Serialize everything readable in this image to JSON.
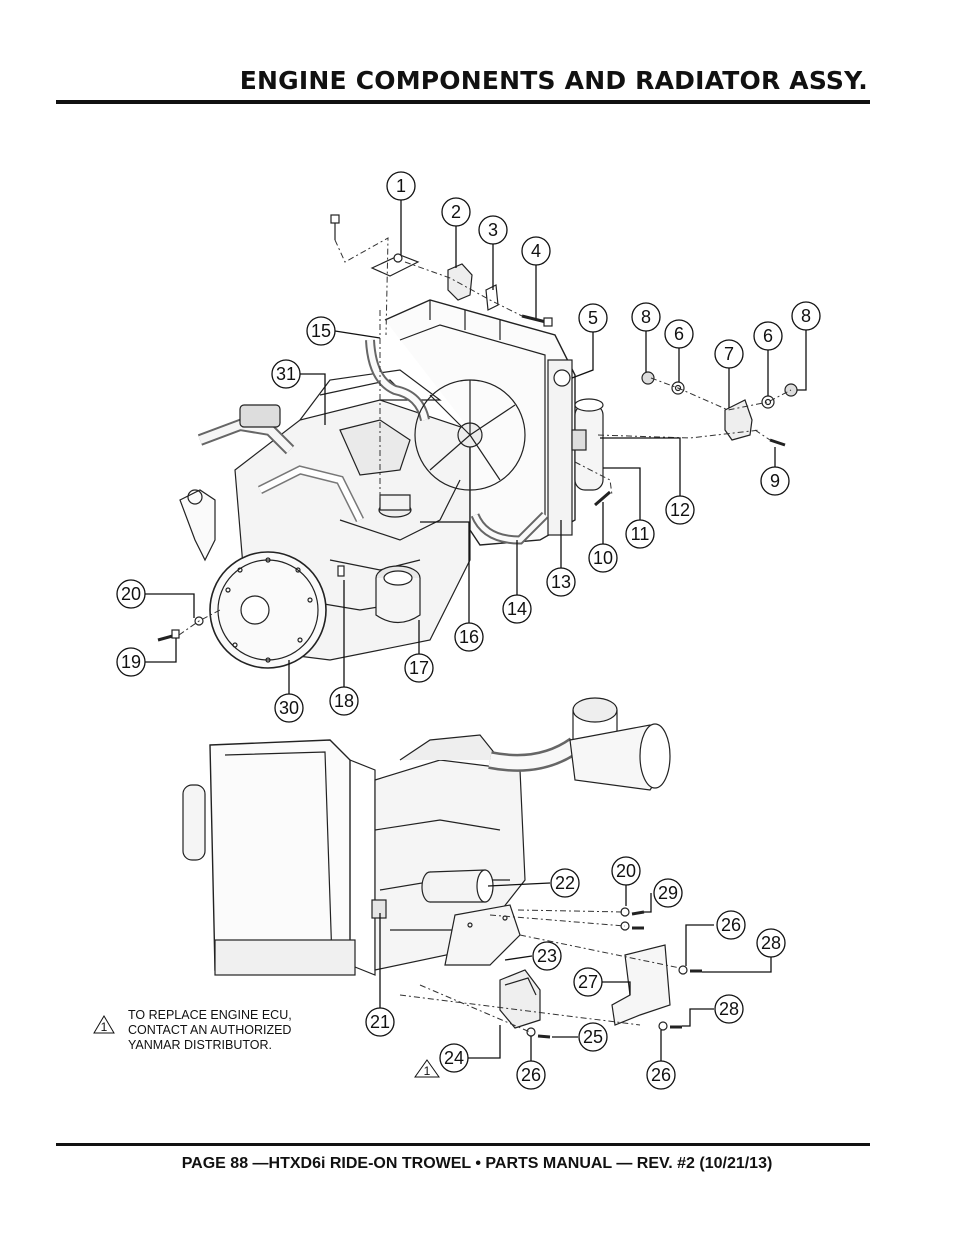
{
  "header": {
    "title": "ENGINE COMPONENTS AND RADIATOR ASSY."
  },
  "footer": {
    "text": "PAGE 88 —HTXD6i RIDE-ON TROWEL • PARTS MANUAL — REV. #2 (10/21/13)"
  },
  "callouts": [
    "1",
    "2",
    "3",
    "4",
    "5",
    "8",
    "6",
    "8",
    "15",
    "7",
    "6",
    "31",
    "9",
    "12",
    "11",
    "10",
    "13",
    "14",
    "20",
    "16",
    "19",
    "17",
    "30",
    "18",
    "20",
    "22",
    "29",
    "26",
    "28",
    "23",
    "27",
    "28",
    "21",
    "25",
    "24",
    "26",
    "26"
  ],
  "note": {
    "symbol": "1",
    "lines": [
      "TO REPLACE ENGINE ECU,",
      "CONTACT AN AUTHORIZED",
      "YANMAR DISTRIBUTOR."
    ]
  },
  "ecu_warning_symbol": "1"
}
